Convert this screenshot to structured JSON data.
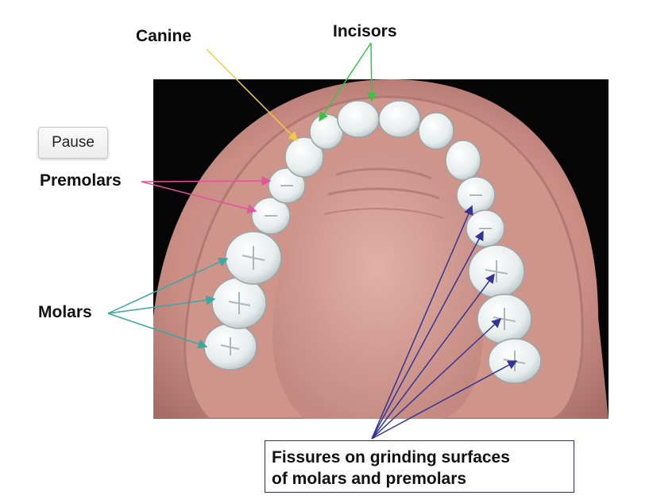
{
  "controls": {
    "pause_label": "Pause"
  },
  "labels": {
    "canine": "Canine",
    "incisors": "Incisors",
    "premolars": "Premolars",
    "molars": "Molars",
    "fissures_line1": "Fissures on grinding surfaces",
    "fissures_line2": "of molars and premolars"
  },
  "colors": {
    "canine_arrow": "#f2c94c",
    "incisors_arrow": "#39c24a",
    "premolars_arrow": "#e0559b",
    "molars_arrow": "#3aa7a0",
    "fissures_arrow": "#343496",
    "gum": "#d79a90",
    "tooth": "#eaf0ef",
    "background": "#050505"
  }
}
